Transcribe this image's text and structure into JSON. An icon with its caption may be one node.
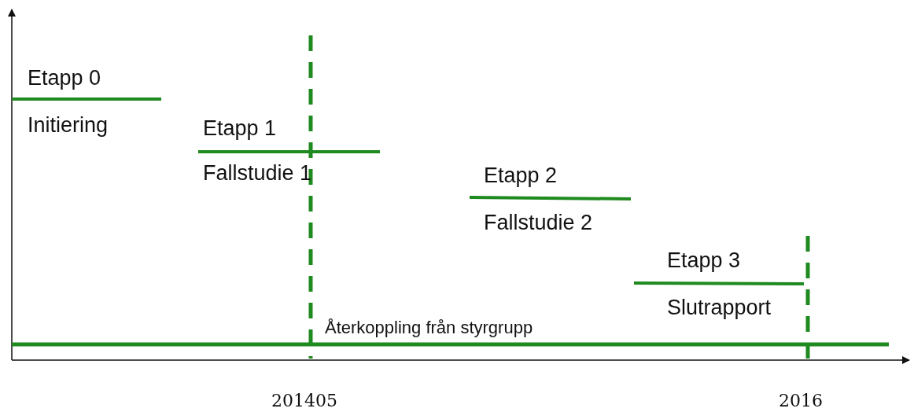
{
  "diagram": {
    "labels": [
      "Etapp 0",
      "Initiering",
      "Etapp 1",
      "Fallstudie 1",
      "Etapp 2",
      "Fallstudie 2",
      "Etapp 3",
      "Slutrapport",
      "Återkoppling från styrgrupp",
      "201405",
      "2016"
    ]
  }
}
